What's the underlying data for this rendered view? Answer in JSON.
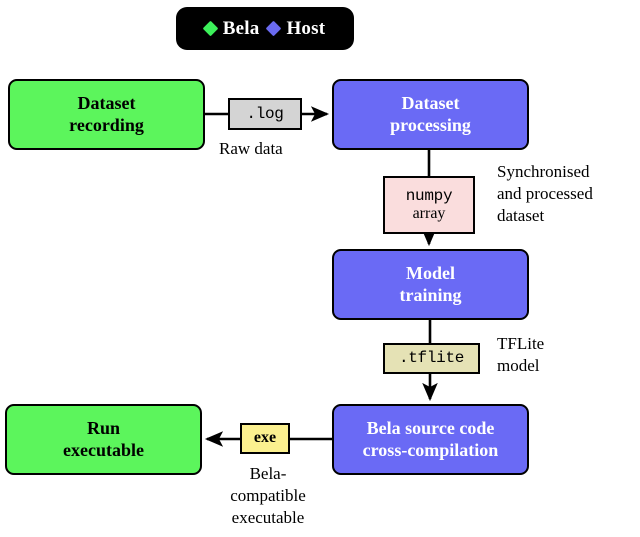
{
  "legend": {
    "entries": [
      {
        "label": "Bela",
        "marker": "diamond-marker",
        "color": "#3CF05A"
      },
      {
        "label": "Host",
        "marker": "diamond-marker",
        "color": "#6A6AF0"
      }
    ],
    "background": "#000000"
  },
  "colors": {
    "bela_node": "#5CF55C",
    "host_node": "#6A6AF5",
    "log_artifact": "#D4D4D4",
    "numpy_artifact": "#FADDDD",
    "tflite_artifact": "#E5E2B5",
    "exe_artifact": "#FBF08F",
    "stroke": "#000000"
  },
  "nodes": {
    "dataset_recording": {
      "line1": "Dataset",
      "line2": "recording",
      "owner": "Bela"
    },
    "dataset_processing": {
      "line1": "Dataset",
      "line2": "processing",
      "owner": "Host"
    },
    "model_training": {
      "line1": "Model",
      "line2": "training",
      "owner": "Host"
    },
    "cross_compilation": {
      "line1": "Bela source code",
      "line2": "cross-compilation",
      "owner": "Host"
    },
    "run_executable": {
      "line1": "Run",
      "line2": "executable",
      "owner": "Bela"
    }
  },
  "artifacts": {
    "log": {
      "text": "(dot)log",
      "mono": ".log"
    },
    "numpy": {
      "line1": "numpy",
      "line2": "array"
    },
    "tflite": {
      "mono": ".tflite"
    },
    "exe": {
      "text": "exe"
    }
  },
  "edge_labels": {
    "raw_data": "Raw data",
    "synchronised_dataset": {
      "line1": "Synchronised",
      "line2": "and processed",
      "line3": "dataset"
    },
    "tflite_model": {
      "line1": "TFLite",
      "line2": "model"
    },
    "bela_executable": {
      "line1": "Bela-",
      "line2": "compatible",
      "line3": "executable"
    }
  },
  "flow": {
    "type": "diagram",
    "kind": "flowchart",
    "edges": [
      {
        "from": "dataset_recording",
        "to": "dataset_processing",
        "artifact": ".log",
        "label": "Raw data"
      },
      {
        "from": "dataset_processing",
        "to": "model_training",
        "artifact": "numpy array",
        "label": "Synchronised and processed dataset"
      },
      {
        "from": "model_training",
        "to": "cross_compilation",
        "artifact": ".tflite",
        "label": "TFLite model"
      },
      {
        "from": "cross_compilation",
        "to": "run_executable",
        "artifact": "exe",
        "label": "Bela-compatible executable"
      }
    ]
  }
}
